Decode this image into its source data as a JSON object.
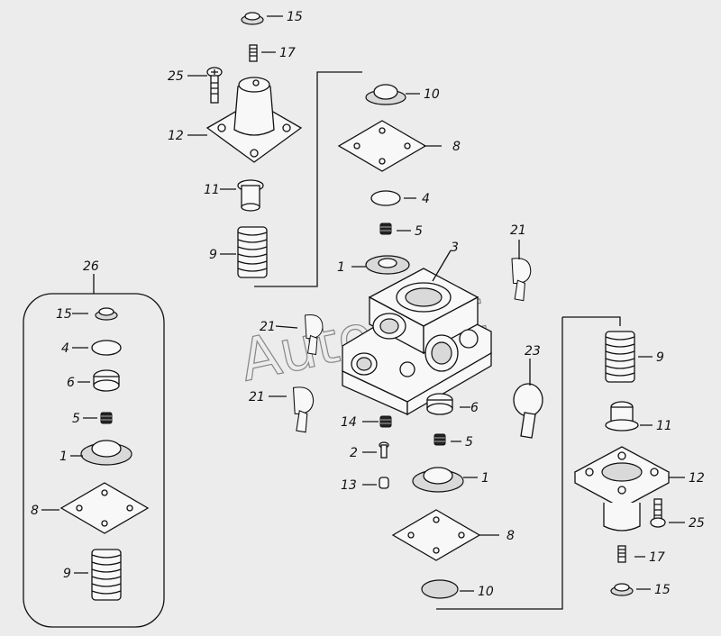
{
  "watermark": "AutoSoft",
  "kit_label": "26",
  "callouts": {
    "c15_top": "15",
    "c17_top": "17",
    "c25_top": "25",
    "c12_top": "12",
    "c11_left": "11",
    "c9_left": "9",
    "c10_top": "10",
    "c8_top": "8",
    "c4_top": "4",
    "c5_top": "5",
    "c1_top": "1",
    "c3": "3",
    "c21_right": "21",
    "c21_mid": "21",
    "c21_left": "21",
    "c23": "23",
    "c14": "14",
    "c6_mid": "6",
    "c2": "2",
    "c5_mid": "5",
    "c13": "13",
    "c1_mid": "1",
    "c8_bot": "8",
    "c10_bot": "10",
    "c9_right": "9",
    "c11_right": "11",
    "c12_right": "12",
    "c25_right": "25",
    "c17_right": "17",
    "c15_right": "15",
    "kit_15": "15",
    "kit_4": "4",
    "kit_6": "6",
    "kit_5": "5",
    "kit_1": "1",
    "kit_8": "8",
    "kit_9": "9"
  }
}
